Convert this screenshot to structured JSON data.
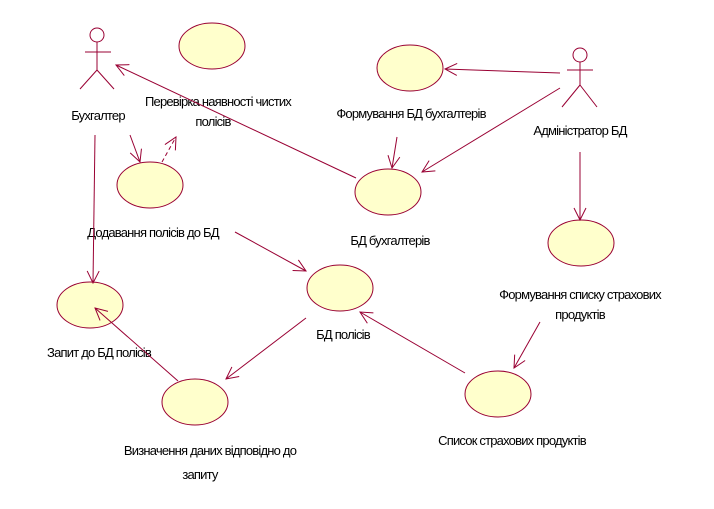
{
  "colors": {
    "line": "#990033",
    "usecase_fill": "#ffffcc"
  },
  "actors": {
    "accountant": "Бухгалтер",
    "db_admin": "Адміністратор БД"
  },
  "use_cases": {
    "check_policies": [
      "Перевірка наявності чистих",
      "полісів"
    ],
    "form_accountants_db": [
      "Формування БД бухгалтерів"
    ],
    "add_policies": [
      "Додавання полісів до БД"
    ],
    "accountants_db": [
      "БД бухгалтерів"
    ],
    "form_products_list": [
      "Формування списку страхових",
      "продуктів"
    ],
    "policies_query": [
      "Запит до БД полісів"
    ],
    "policies_db": [
      "БД полісів"
    ],
    "define_data": [
      "Визначення даних відповідно до",
      "запиту"
    ],
    "products_list": [
      "Список страхових продуктів"
    ]
  }
}
